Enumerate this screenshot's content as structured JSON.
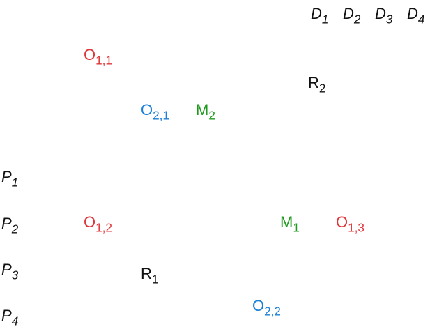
{
  "diagram": {
    "row_labels": [
      {
        "base": "P",
        "sub": "1"
      },
      {
        "base": "P",
        "sub": "2"
      },
      {
        "base": "P",
        "sub": "3"
      },
      {
        "base": "P",
        "sub": "4"
      }
    ],
    "column_labels": [
      {
        "base": "D",
        "sub": "1"
      },
      {
        "base": "D",
        "sub": "2"
      },
      {
        "base": "D",
        "sub": "3"
      },
      {
        "base": "D",
        "sub": "4"
      }
    ],
    "nodes": [
      {
        "base": "O",
        "sub": "1,1"
      },
      {
        "base": "O",
        "sub": "1,2"
      },
      {
        "base": "O",
        "sub": "1,3"
      },
      {
        "base": "O",
        "sub": "2,1"
      },
      {
        "base": "O",
        "sub": "2,2"
      },
      {
        "base": "M",
        "sub": "1"
      },
      {
        "base": "M",
        "sub": "2"
      },
      {
        "base": "R",
        "sub": "1"
      },
      {
        "base": "R",
        "sub": "2"
      }
    ],
    "colors": {
      "O1": "#e0363b",
      "O2": "#1a7fd6",
      "M": "#1f9a1f",
      "R": "#111111",
      "labels": "#111111"
    }
  }
}
